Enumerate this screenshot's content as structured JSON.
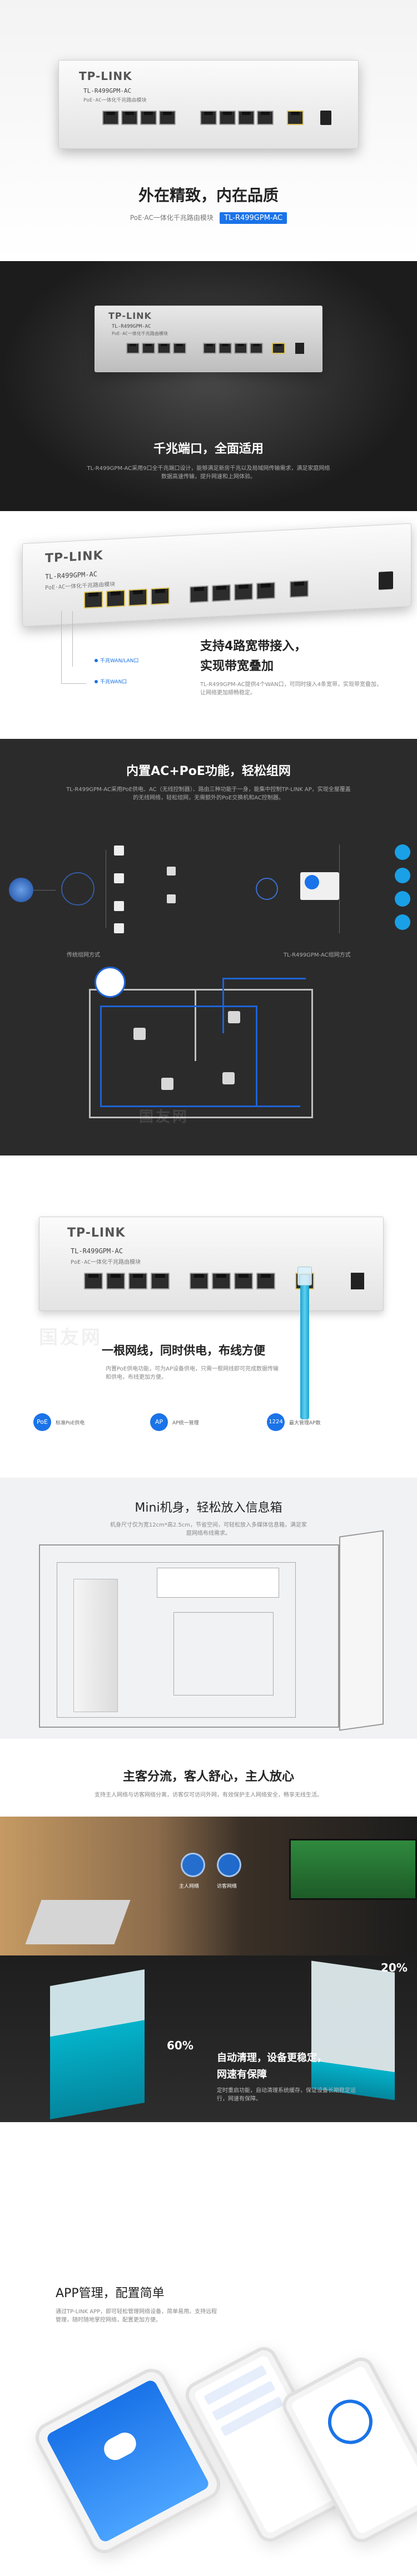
{
  "product": {
    "brand": "TP-LINK",
    "model": "TL-R499GPM-AC",
    "subtitle": "PoE·AC一体化千兆路由模块"
  },
  "hero": {
    "title": "外在精致，内在品质",
    "tagline": "PoE·AC一体化千兆路由模块",
    "badge": "TL-R499GPM-AC"
  },
  "gigabit": {
    "title": "千兆端口，全面适用",
    "desc": "TL-R499GPM-AC采用9口全千兆端口设计，能够满足新房千兆以及局域网传输需求，满足家庭网络数据高速传输，提升网速和上网体验。"
  },
  "bandwidth": {
    "title_line1": "支持4路宽带接入，",
    "title_line2": "实现带宽叠加",
    "desc": "TL-R499GPM-AC提供4个WAN口，可同时接入4条宽带，实现带宽叠加，让网络更加顺畅稳定。",
    "legend": [
      "千兆WAN/LAN口",
      "千兆WAN口"
    ]
  },
  "poe_ac": {
    "title": "内置AC+PoE功能，轻松组网",
    "desc": "TL-R499GPM-AC采用PoE供电、AC（无线控制器）、路由三种功能于一身，能集中控制TP-LINK AP，实现全屋覆盖的无线网络，轻松组网，无需额外的PoE交换机和AC控制器。",
    "left_caption": "传统组网方式",
    "right_caption": "TL-R499GPM-AC组网方式",
    "watermark": "国友网"
  },
  "cable": {
    "title": "一根网线，同时供电，布线方便",
    "desc": "内置PoE供电功能，可为AP设备供电，只需一根网线即可完成数据传输和供电，布线更加方便。",
    "icons": [
      {
        "label": "PoE",
        "text": "标准PoE供电"
      },
      {
        "label": "AP",
        "text": "AP统一管理"
      },
      {
        "label": "1224",
        "text": "最大管理AP数"
      }
    ],
    "watermark": "国友网"
  },
  "mini": {
    "title": "Mini机身，轻松放入信息箱",
    "desc": "机身尺寸仅为宽12cm*高2.5cm，节省空间，可轻松放入多媒体信息箱，满足家庭网络布线需求。"
  },
  "guest": {
    "title": "主客分流，客人舒心，主人放心",
    "desc": "支持主人网络与访客网络分离，访客仅可访问外网，有效保护主人网络安全，畅享无线生活。",
    "labels": [
      "主人网络",
      "访客网络"
    ]
  },
  "cooling": {
    "title_line1": "自动清理，设备更稳定，",
    "title_line2": "网速有保障",
    "desc": "定时重启功能，自动清理系统缓存，保证设备长期稳定运行，网速有保障。",
    "left_value": "60%",
    "right_value": "20%"
  },
  "app": {
    "title": "APP管理，配置简单",
    "desc": "通过TP-LINK APP，即可轻松管理网络设备，简单易用。支持远程管理，随时随地掌控网络，配置更加方便。"
  },
  "colors": {
    "accent": "#1a73e8",
    "dark_bg": "#2a2a2a",
    "floorplan_blue": "#1e63d6",
    "cyan": "#00c2dc"
  },
  "icons": [
    "router-icon",
    "wifi-icon",
    "phone-icon",
    "laptop-icon",
    "user-icon",
    "cloud-icon"
  ]
}
